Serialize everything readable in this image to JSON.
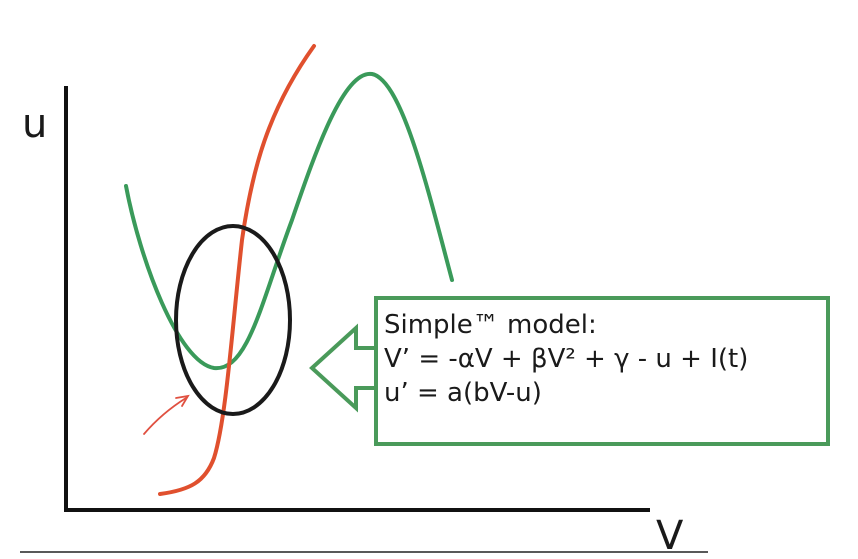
{
  "axes": {
    "y_label": "u",
    "x_label": "V"
  },
  "model": {
    "title": "Simple™ model:",
    "eq1": "V’ = -αV + βV² + γ - u + I(t)",
    "eq2": "u’ = a(bV-u)"
  },
  "colors": {
    "red_curve": "#e0502e",
    "green_curve": "#3a9a5a",
    "ellipse": "#1a1a1a",
    "box_border": "#4a9a5a",
    "annotations": "#e05040"
  },
  "icons": [
    "arrow-left-icon"
  ]
}
